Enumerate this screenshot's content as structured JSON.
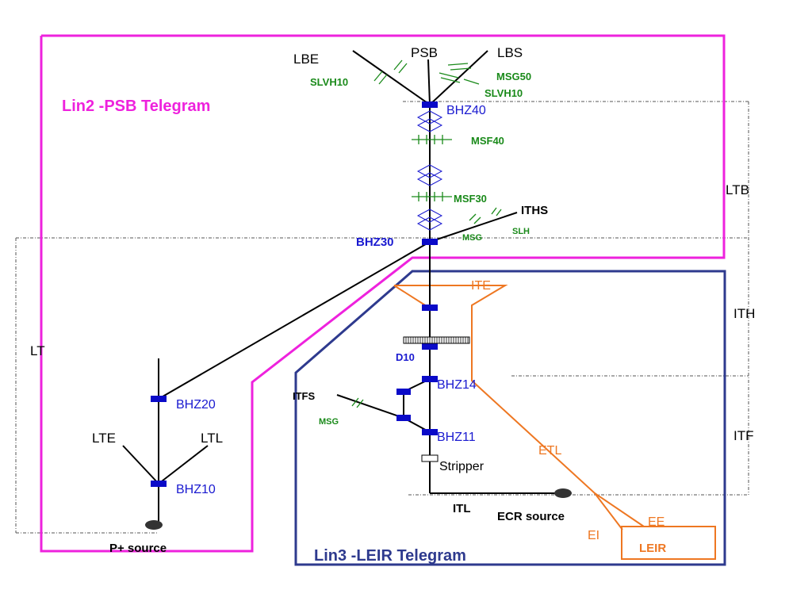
{
  "colors": {
    "beam": "#000000",
    "magnet": "#0a0ac8",
    "label_blue": "#1a1ad0",
    "label_green": "#1a8a1a",
    "pink": "#ee22dd",
    "navy": "#2e3a8e",
    "orange": "#ee7722",
    "dash": "#555555"
  },
  "regions": {
    "lin2": "Lin2 -PSB Telegram",
    "lin3": "Lin3 -LEIR Telegram",
    "ltb": "LTB",
    "ith": "ITH",
    "itf": "ITF",
    "lt": "LT"
  },
  "lines": {
    "lbe": "LBE",
    "psb": "PSB",
    "lbs": "LBS",
    "lte": "LTE",
    "ltl": "LTL",
    "iths": "ITHS",
    "itfs": "ITFS",
    "itl": "ITL",
    "ite": "ITE",
    "etl": "ETL",
    "ee": "EE",
    "ei": "EI",
    "leir": "LEIR"
  },
  "elements": {
    "bhz40": "BHZ40",
    "bhz30": "BHZ30",
    "bhz20": "BHZ20",
    "bhz10": "BHZ10",
    "bhz14": "BHZ14",
    "bhz11": "BHZ11",
    "d10": "D10",
    "stripper": "Stripper",
    "p_source": "P+  source",
    "ecr_source": "ECR source"
  },
  "instruments": {
    "slvh10_left": "SLVH10",
    "slvh10_right": "SLVH10",
    "msg50": "MSG50",
    "msf40": "MSF40",
    "msf30": "MSF30",
    "msg_iths": "MSG",
    "slh": "SLH",
    "msg_itfs": "MSG"
  }
}
